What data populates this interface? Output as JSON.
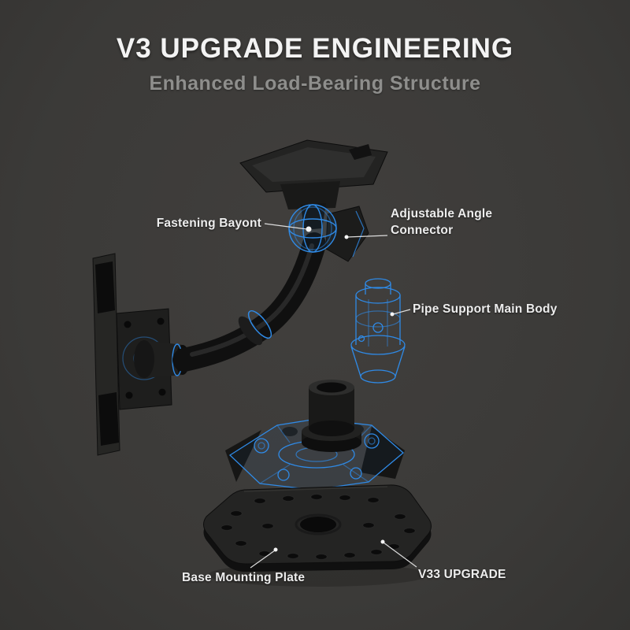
{
  "header": {
    "title": "V3 UPGRADE ENGINEERING",
    "subtitle": "Enhanced Load-Bearing Structure"
  },
  "callouts": {
    "fastening_bayont": "Fastening Bayont",
    "adjustable_angle_connector": "Adjustable Angle Connector",
    "pipe_support_main_body": "Pipe Support Main Body",
    "base_mounting_plate": "Base Mounting Plate",
    "v33_upgrade": "V33 UPGRADE"
  },
  "illustration": {
    "type": "exploded-view-product-diagram",
    "parts": [
      "mount-head",
      "ball-joint-wireframe",
      "adjustable-angle-connector",
      "support-arm",
      "wall-bracket",
      "pipe-support-main-body",
      "pipe-cylinder",
      "clamp-assembly",
      "base-mounting-plate"
    ]
  },
  "colors": {
    "background": "#3b3a38",
    "title_text": "#f3f3f3",
    "subtitle_text": "#8e8e8c",
    "label_text": "#ededed",
    "wireframe_blue": "#2f8ae6",
    "part_dark": "#1a1a1a",
    "leader_line": "#dcdcdc"
  }
}
